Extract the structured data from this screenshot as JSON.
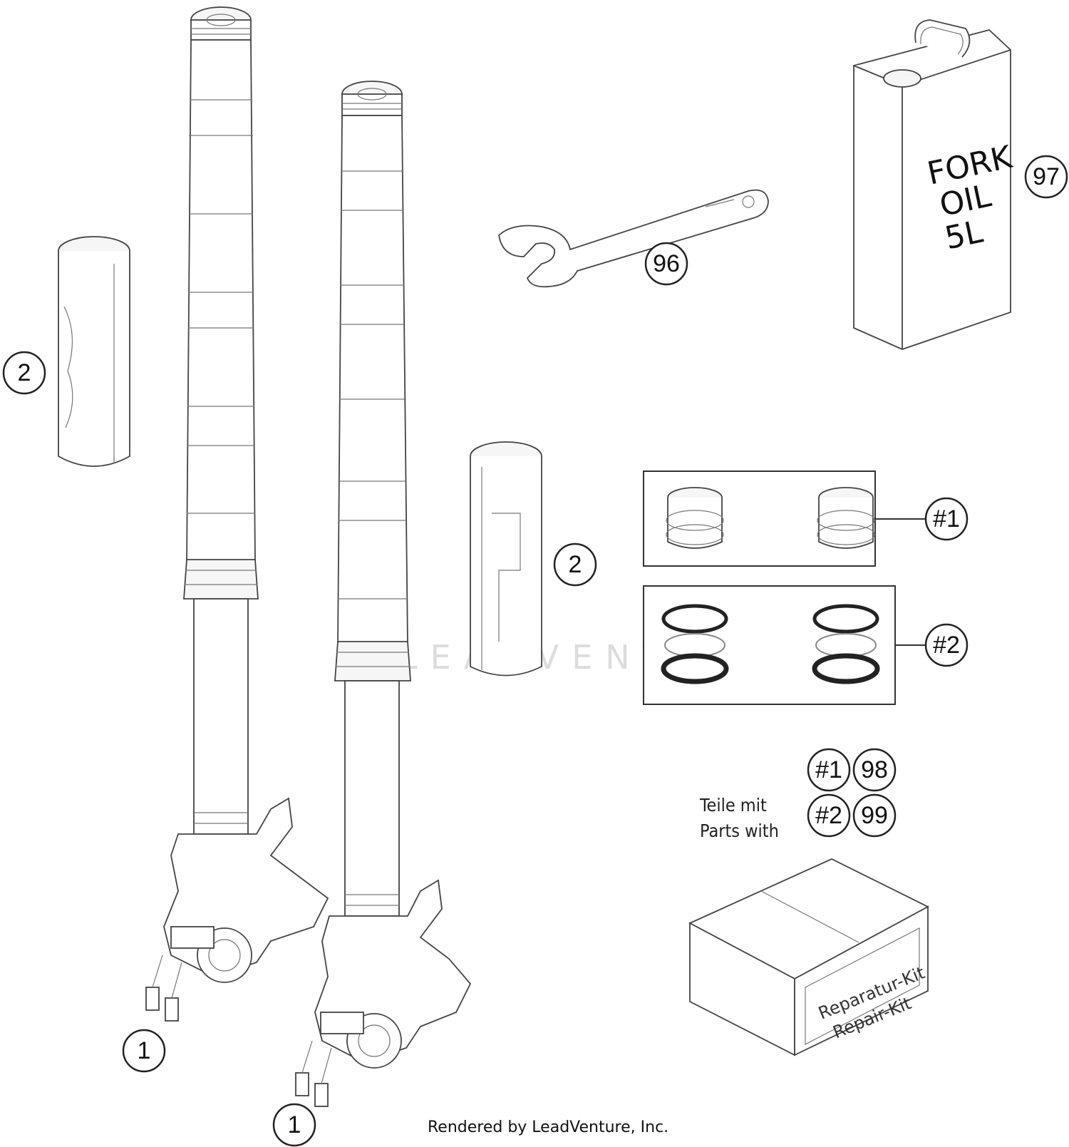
{
  "callouts": {
    "fork_left_bolts": "1",
    "fork_right_bolts": "1",
    "protector_left": "2",
    "protector_right": "2",
    "wrench": "96",
    "oil_can": "97",
    "kit1": "#1",
    "kit2": "#2",
    "legend_kit1": "#1",
    "legend_98": "98",
    "legend_kit2": "#2",
    "legend_99": "99"
  },
  "oil_can": {
    "line1": "FORK",
    "line2": "OIL",
    "line3": "5L"
  },
  "parts_note": {
    "line1": "Teile mit",
    "line2": "Parts with"
  },
  "repair_box": {
    "line1": "Reparatur-Kit",
    "line2": "Repair-Kit"
  },
  "watermark": "LEADVENTURE",
  "footer": "Rendered by LeadVenture, Inc."
}
